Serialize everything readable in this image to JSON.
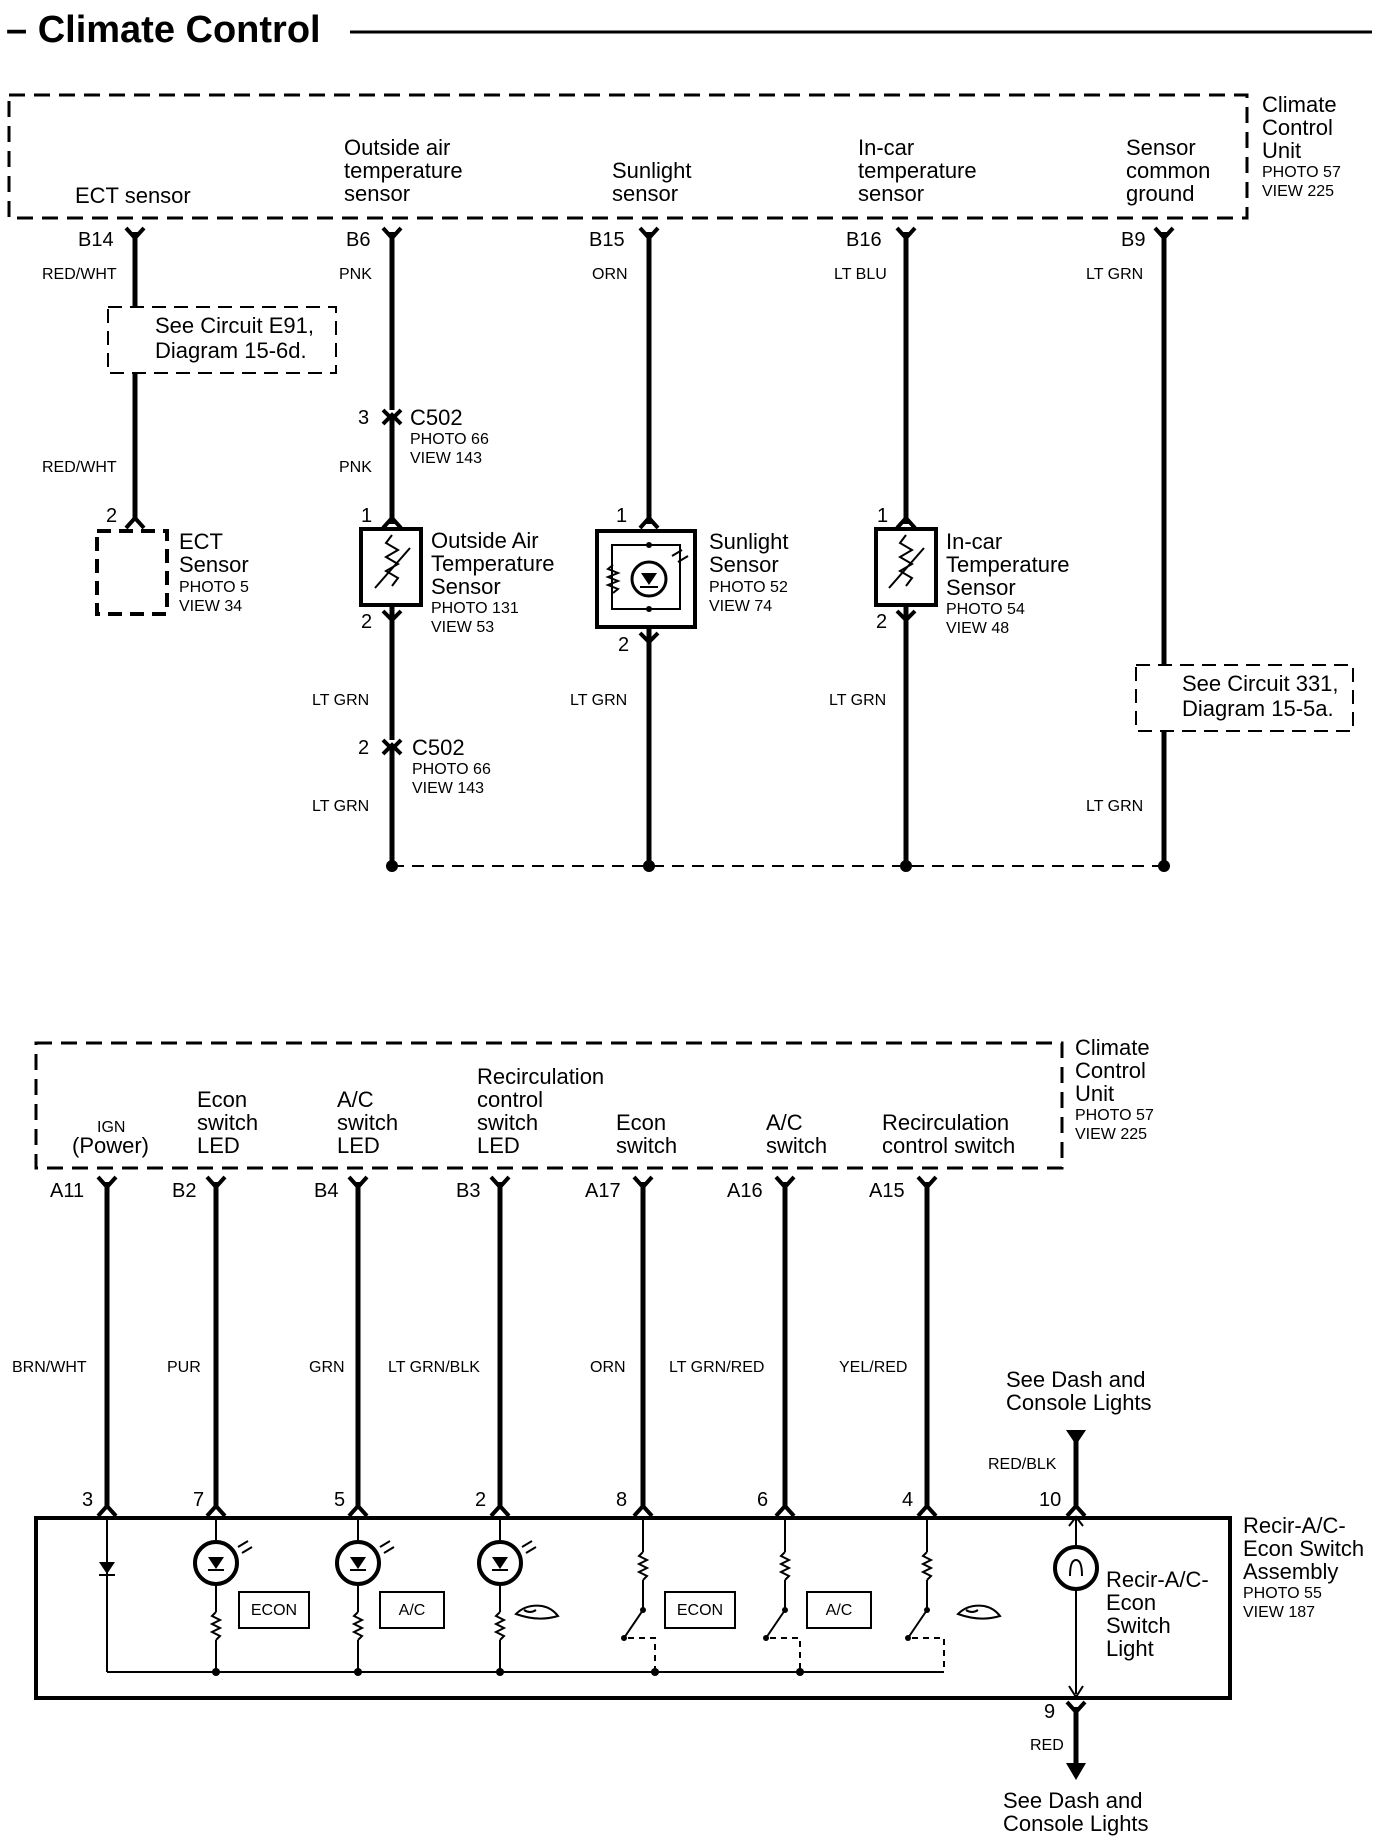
{
  "title": "– Climate Control",
  "top": {
    "unit": {
      "name": [
        "Climate",
        "Control",
        "Unit"
      ],
      "photo": "PHOTO 57",
      "view": "VIEW 225"
    },
    "functions": {
      "ect": [
        "ECT sensor"
      ],
      "oat": [
        "Outside air",
        "temperature",
        "sensor"
      ],
      "sun": [
        "Sunlight",
        "sensor"
      ],
      "incar": [
        "In-car",
        "temperature",
        "sensor"
      ],
      "gnd": [
        "Sensor",
        "common",
        "ground"
      ]
    },
    "terminals": {
      "ect": "B14",
      "oat": "B6",
      "sun": "B15",
      "incar": "B16",
      "gnd": "B9"
    },
    "wires": {
      "ect_a": "RED/WHT",
      "ect_b": "RED/WHT",
      "oat_a": "PNK",
      "oat_b": "PNK",
      "oat_c": "LT GRN",
      "oat_d": "LT GRN",
      "sun_a": "ORN",
      "sun_b": "LT GRN",
      "incar_a": "LT BLU",
      "incar_b": "LT GRN",
      "gnd_a": "LT GRN",
      "gnd_b": "LT GRN"
    },
    "see_e91": [
      "See Circuit E91,",
      "Diagram 15-6d."
    ],
    "see_331": [
      "See Circuit 331,",
      "Diagram 15-5a."
    ],
    "c502_a": {
      "pin": "3",
      "name": "C502",
      "photo": "PHOTO 66",
      "view": "VIEW 143"
    },
    "c502_b": {
      "pin": "2",
      "name": "C502",
      "photo": "PHOTO 66",
      "view": "VIEW 143"
    },
    "ect_sensor": {
      "pin": "2",
      "name": [
        "ECT",
        "Sensor"
      ],
      "photo": "PHOTO 5",
      "view": "VIEW 34"
    },
    "oat_sensor": {
      "pin_top": "1",
      "pin_bot": "2",
      "name": [
        "Outside Air",
        "Temperature",
        "Sensor"
      ],
      "photo": "PHOTO 131",
      "view": "VIEW 53"
    },
    "sun_sensor": {
      "pin_top": "1",
      "pin_bot": "2",
      "name": [
        "Sunlight",
        "Sensor"
      ],
      "photo": "PHOTO 52",
      "view": "VIEW 74"
    },
    "incar_sensor": {
      "pin_top": "1",
      "pin_bot": "2",
      "name": [
        "In-car",
        "Temperature",
        "Sensor"
      ],
      "photo": "PHOTO 54",
      "view": "VIEW 48"
    }
  },
  "bottom": {
    "unit": {
      "name": [
        "Climate",
        "Control",
        "Unit"
      ],
      "photo": "PHOTO 57",
      "view": "VIEW 225"
    },
    "functions": {
      "ign": [
        "IGN",
        "(Power)"
      ],
      "econ_led": [
        "Econ",
        "switch",
        "LED"
      ],
      "ac_led": [
        "A/C",
        "switch",
        "LED"
      ],
      "recirc_led": [
        "Recirculation",
        "control",
        "switch",
        "LED"
      ],
      "econ_sw": [
        "Econ",
        "switch"
      ],
      "ac_sw": [
        "A/C",
        "switch"
      ],
      "recirc_sw": [
        "Recirculation",
        "control switch"
      ]
    },
    "terminals": {
      "ign": "A11",
      "econ_led": "B2",
      "ac_led": "B4",
      "recirc_led": "B3",
      "econ_sw": "A17",
      "ac_sw": "A16",
      "recirc_sw": "A15"
    },
    "wires": {
      "ign": "BRN/WHT",
      "econ_led": "PUR",
      "ac_led": "GRN",
      "recirc_led": "LT GRN/BLK",
      "econ_sw": "ORN",
      "ac_sw": "LT GRN/RED",
      "recirc_sw": "YEL/RED",
      "light_in": "RED/BLK",
      "light_out": "RED"
    },
    "pins": {
      "ign": "3",
      "econ_led": "7",
      "ac_led": "5",
      "recirc_led": "2",
      "econ_sw": "8",
      "ac_sw": "6",
      "recirc_sw": "4",
      "light_in": "10",
      "light_out": "9"
    },
    "buttons": {
      "econ": "ECON",
      "ac": "A/C"
    },
    "see_dash_top": [
      "See Dash and",
      "Console Lights"
    ],
    "see_dash_bottom": [
      "See Dash and",
      "Console Lights"
    ],
    "light": [
      "Recir-A/C-",
      "Econ",
      "Switch",
      "Light"
    ],
    "assembly": {
      "name": [
        "Recir-A/C-",
        "Econ Switch",
        "Assembly"
      ],
      "photo": "PHOTO 55",
      "view": "VIEW 187"
    }
  }
}
